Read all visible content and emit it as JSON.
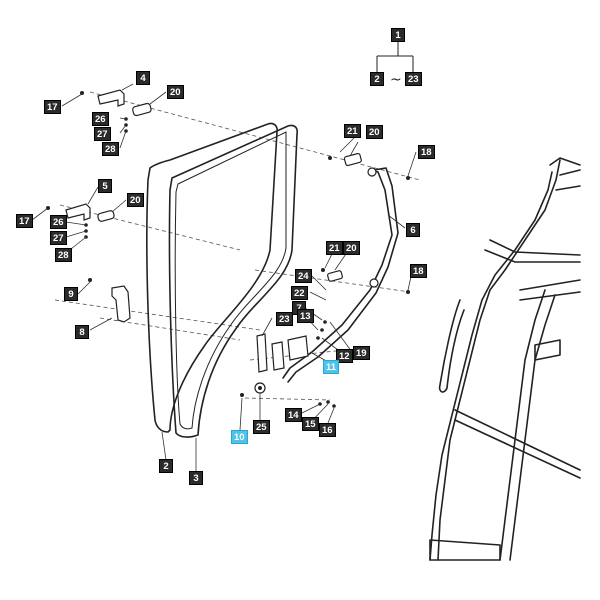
{
  "callouts": {
    "c1": "1",
    "c2_top": "2",
    "c23_top": "23",
    "range_sep": "~",
    "c4": "4",
    "c17a": "17",
    "c20a": "20",
    "c26a": "26",
    "c27a": "27",
    "c28a": "28",
    "c21a": "21",
    "c20b": "20",
    "c18a": "18",
    "c5": "5",
    "c17b": "17",
    "c20c": "20",
    "c26b": "26",
    "c27b": "27",
    "c28b": "28",
    "c6": "6",
    "c21b": "21",
    "c20d": "20",
    "c18b": "18",
    "c9": "9",
    "c8": "8",
    "c24": "24",
    "c22": "22",
    "c7": "7",
    "c13": "13",
    "c23": "23",
    "c12": "12",
    "c19": "19",
    "c11": "11",
    "c10": "10",
    "c25": "25",
    "c14": "14",
    "c15": "15",
    "c16": "16",
    "c2": "2",
    "c3": "3"
  },
  "colors": {
    "callout_bg": "#2b2b2b",
    "callout_highlight": "#4fc3e8",
    "line": "#222222"
  }
}
